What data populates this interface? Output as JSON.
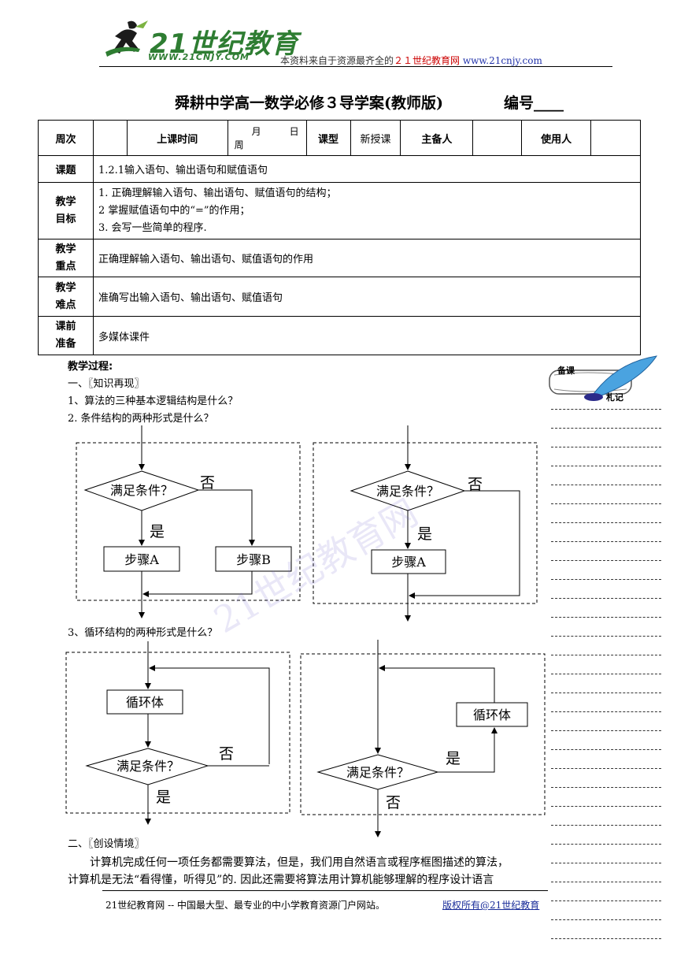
{
  "header": {
    "logo_text": "21世纪教育",
    "logo_url": "WWW.21CNJY.COM",
    "source_prefix": "本资料来自于资源最齐全的",
    "source_site": "２１世纪教育网",
    "source_url": "www.21cnjy.com",
    "title": "舜耕中学高一数学必修３导学案(教师版)",
    "number_label": "编号____"
  },
  "table": {
    "week_label": "周次",
    "time_label": "上课时间",
    "month": "月",
    "day": "日",
    "week_day": "周",
    "type_label": "课型",
    "type_value": "新授课",
    "main_label": "主备人",
    "user_label": "使用人",
    "topic_label": "课题",
    "topic_value": "1.2.1输入语句、输出语句和赋值语句",
    "goal_label": "教学目标",
    "goals": [
      "1.  正确理解输入语句、输出语句、赋值语句的结构；",
      "2  掌握赋值语句中的“=”的作用；",
      "3.  会写一些简单的程序."
    ],
    "key_label": "教学重点",
    "key_value": "正确理解输入语句、输出语句、赋值语句的作用",
    "hard_label": "教学难点",
    "hard_value": "准确写出输入语句、输出语句、赋值语句",
    "prep_label": "课前准备",
    "prep_value": "多媒体课件"
  },
  "body": {
    "process_title": "教学过程:",
    "section1": "一、〖知识再现〗",
    "q1": "1、算法的三种基本逻辑结构是什么？",
    "q2": "2.  条件结构的两种形式是什么？",
    "q3": "3、循环结构的两种形式是什么？",
    "section2": "二、〖创设情境〗",
    "para1": "计算机完成任何一项任务都需要算法，但是，我们用自然语言或程序框图描述的算法，",
    "para2": "计算机是无法“看得懂，听得见”的. 因此还需要将算法用计算机能够理解的程序设计语言"
  },
  "flowcharts": {
    "condition": "满足条件？",
    "no": "否",
    "yes": "是",
    "step_a": "步骤A",
    "step_b": "步骤B",
    "loop_body": "循环体"
  },
  "side": {
    "note_a": "备课",
    "note_b": "札记"
  },
  "footer": {
    "text": "21世纪教育网 -- 中国最大型、最专业的中小学教育资源门户网站。",
    "link": "版权所有@21世纪教育"
  }
}
